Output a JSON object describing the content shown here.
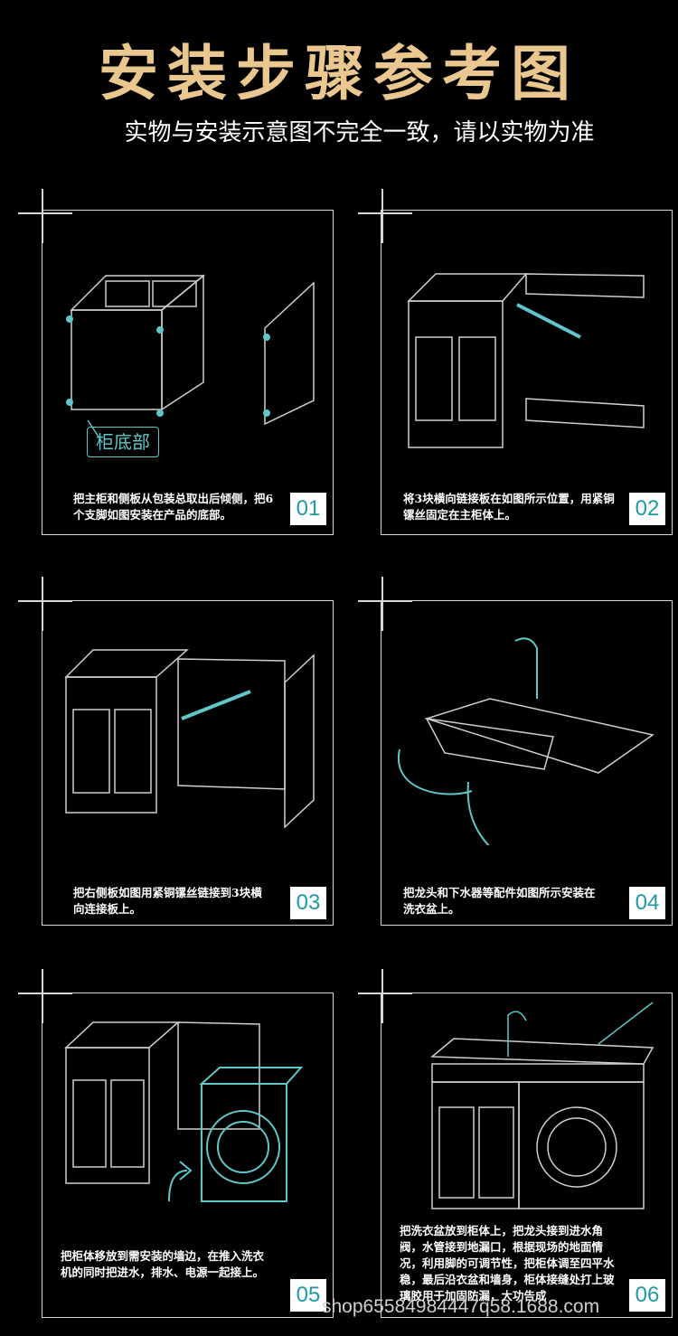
{
  "header": {
    "title": "安装步骤参考图",
    "subtitle": "实物与安装示意图不完全一致，请以实物为准"
  },
  "steps": [
    {
      "number": "01",
      "caption": "把主柜和侧板从包装总取出后倾侧，把6个支脚如图安装在产品的底部。",
      "label": "柜底部"
    },
    {
      "number": "02",
      "caption": "将3块横向链接板在如图所示位置，用紧铜镙丝固定在主柜体上。"
    },
    {
      "number": "03",
      "caption": "把右侧板如图用紧铜镙丝链接到3块横向连接板上。"
    },
    {
      "number": "04",
      "caption": "把龙头和下水器等配件如图所示安装在洗衣盆上。"
    },
    {
      "number": "05",
      "caption": "把柜体移放到需安装的墙边，在推入洗衣机的同时把进水，排水、电源一起接上。"
    },
    {
      "number": "06",
      "caption": "把洗衣盆放到柜体上，把龙头接到进水角阀，水管接到地漏口，根据现场的地面情况，利用脚的可调节性，把柜体调至四平水稳，最后沿衣盆和墙身，柜体接缝处打上玻璃胶用于加固防漏，大功告成"
    }
  ],
  "footer": {
    "watermark": "shop65584984447q58.1688.com"
  },
  "colors": {
    "title": "#e9c78f",
    "accent": "#5fc6c9",
    "line": "#d8d8d8",
    "background": "#000000"
  }
}
